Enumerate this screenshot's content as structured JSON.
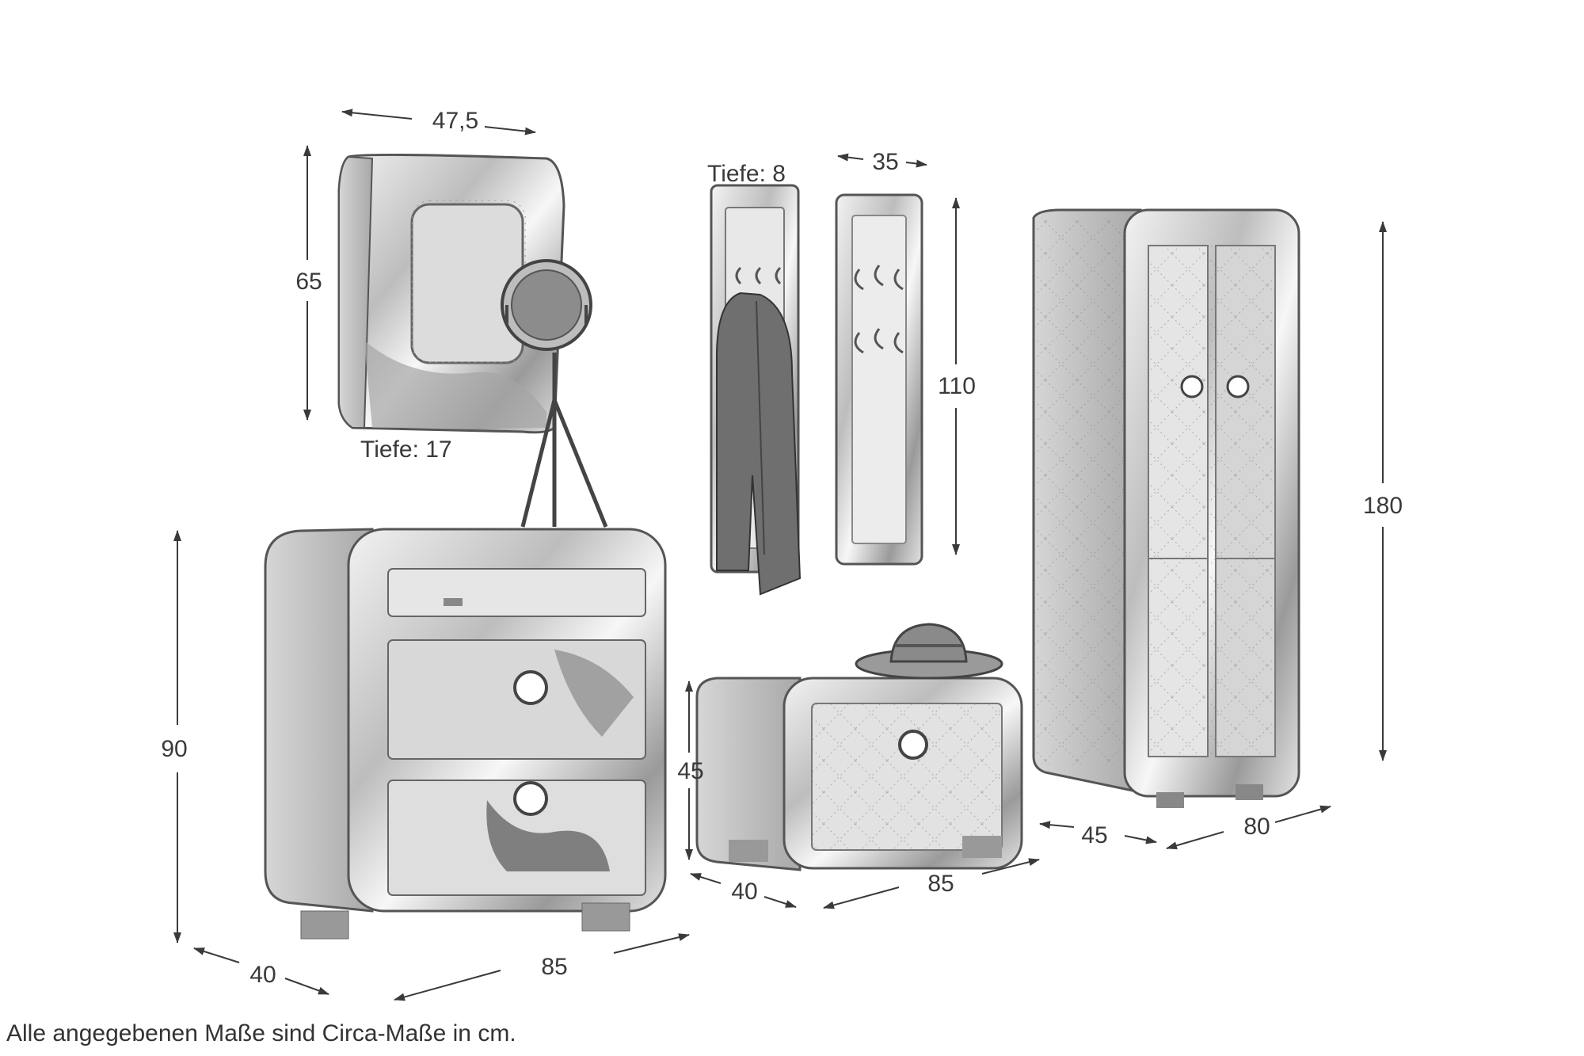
{
  "labels": {
    "mirror_width": "47,5",
    "mirror_height": "65",
    "mirror_depth": "Tiefe: 17",
    "coat_panel_depth": "Tiefe: 8",
    "coat_panel_width": "35",
    "coat_panel_height": "110",
    "wardrobe_height": "180",
    "wardrobe_depth": "45",
    "wardrobe_width": "80",
    "dresser_height": "90",
    "dresser_depth": "40",
    "dresser_width": "85",
    "bench_height": "45",
    "bench_depth": "40",
    "bench_width": "85"
  },
  "footnote": "Alle angegebenen Maße sind Circa-Maße in cm.",
  "colors": {
    "line": "#3a3a3a",
    "furniture_light": "#e6e6e6",
    "furniture_mid": "#b8b8b8",
    "furniture_dark": "#6f6f6f"
  },
  "items": [
    {
      "name": "mirror",
      "icon": "wall-mirror-icon"
    },
    {
      "name": "tripod-lamp",
      "icon": "tripod-lamp-icon"
    },
    {
      "name": "coat-panel-with-jacket",
      "icon": "coat-rack-icon"
    },
    {
      "name": "coat-panel",
      "icon": "coat-rack-icon"
    },
    {
      "name": "wardrobe",
      "icon": "wardrobe-icon"
    },
    {
      "name": "dresser",
      "icon": "dresser-icon"
    },
    {
      "name": "bench",
      "icon": "bench-icon"
    },
    {
      "name": "hat",
      "icon": "hat-icon"
    }
  ]
}
